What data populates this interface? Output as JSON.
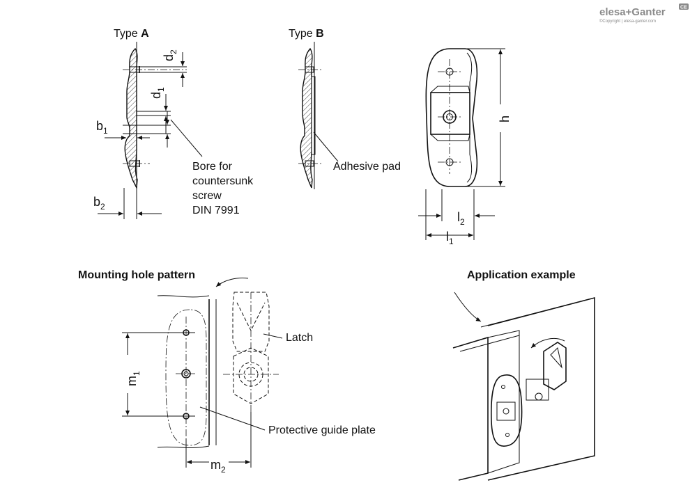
{
  "brand": {
    "name": "elesa+Ganter",
    "copyright": "©Copyright | elesa-ganter.com"
  },
  "type_a": {
    "prefix": "Type ",
    "letter": "A"
  },
  "type_b": {
    "prefix": "Type ",
    "letter": "B"
  },
  "dims": {
    "d2": {
      "base": "d",
      "sub": "2"
    },
    "d1": {
      "base": "d",
      "sub": "1"
    },
    "b1": {
      "base": "b",
      "sub": "1"
    },
    "b2": {
      "base": "b",
      "sub": "2"
    },
    "h": {
      "base": "h",
      "sub": ""
    },
    "l2": {
      "base": "l",
      "sub": "2"
    },
    "l1": {
      "base": "l",
      "sub": "1"
    },
    "m1": {
      "base": "m",
      "sub": "1"
    },
    "m2": {
      "base": "m",
      "sub": "2"
    }
  },
  "bore_note": [
    "Bore for",
    "countersunk",
    "screw",
    "DIN 7991"
  ],
  "adhesive_pad": "Adhesive pad",
  "mounting_title": "Mounting hole pattern",
  "latch": "Latch",
  "guide_plate": "Protective guide plate",
  "application_title": "Application example"
}
